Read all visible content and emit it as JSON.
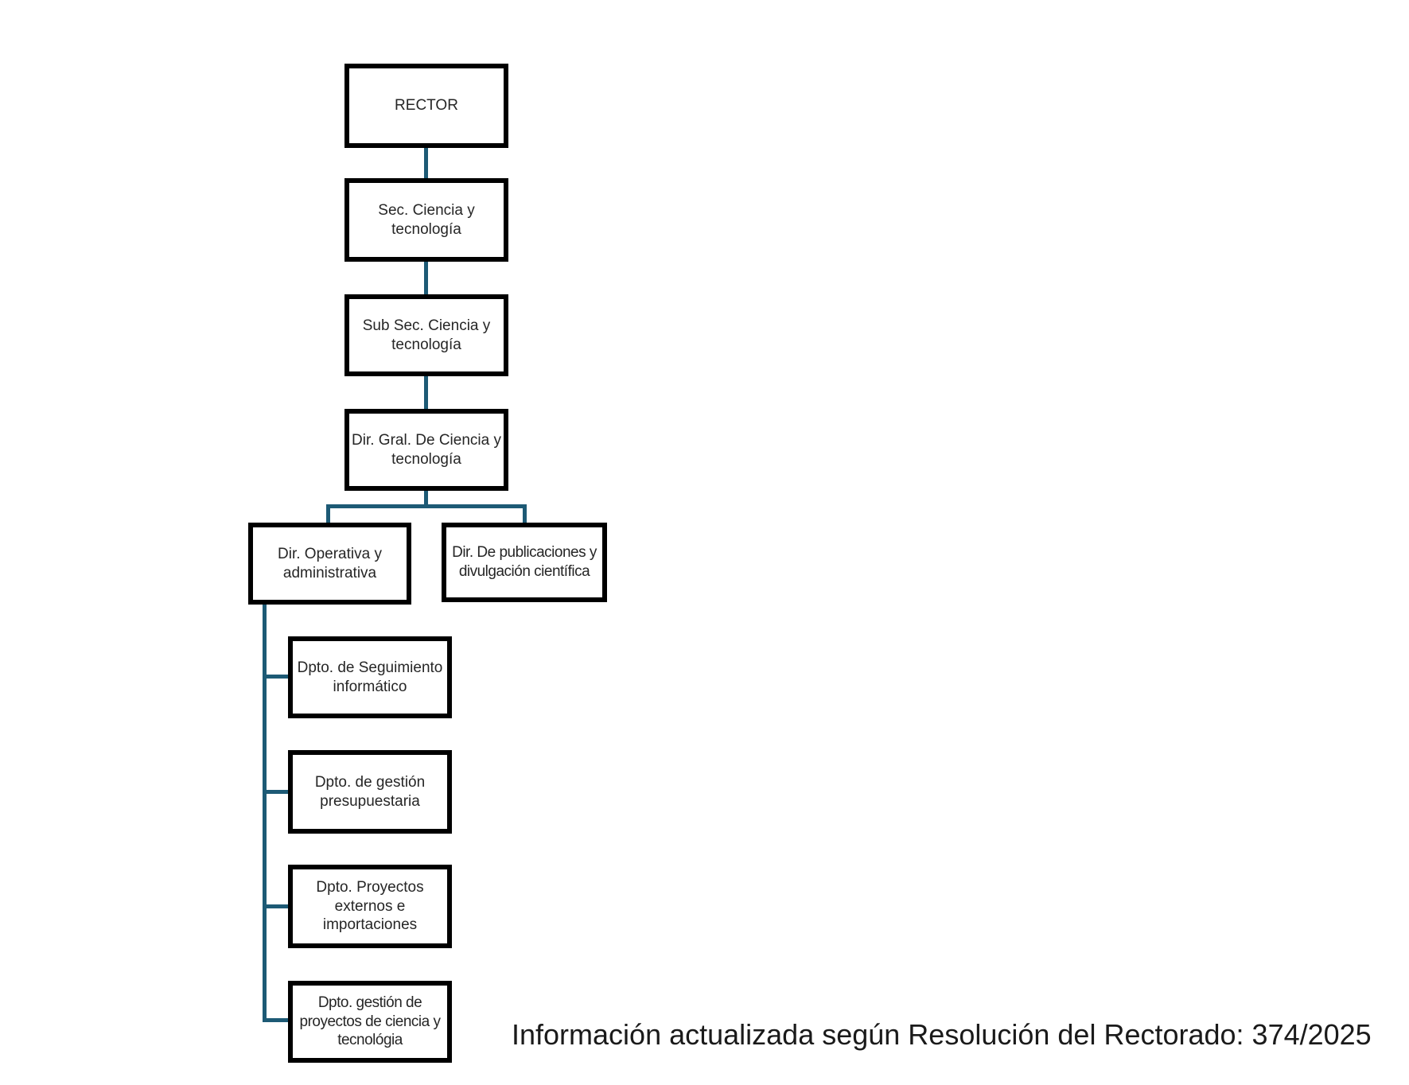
{
  "diagram": {
    "type": "org-chart",
    "nodes": [
      {
        "id": "rector",
        "label": "RECTOR",
        "parent": null
      },
      {
        "id": "sec-ciencia-tecnologia",
        "label": "Sec. Ciencia y tecnología",
        "parent": "rector"
      },
      {
        "id": "subsec-ciencia-tecnologia",
        "label": "Sub Sec. Ciencia y tecnología",
        "parent": "sec-ciencia-tecnologia"
      },
      {
        "id": "dir-gral-ciencia-tecnologia",
        "label": "Dir. Gral. De Ciencia y tecnología",
        "parent": "subsec-ciencia-tecnologia"
      },
      {
        "id": "dir-operativa-administrativa",
        "label": "Dir. Operativa y administrativa",
        "parent": "dir-gral-ciencia-tecnologia"
      },
      {
        "id": "dir-publicaciones-divulgacion",
        "label": "Dir. De publicaciones y divulgación científica",
        "parent": "dir-gral-ciencia-tecnologia"
      },
      {
        "id": "dpto-seguimiento-informatico",
        "label": "Dpto. de Seguimiento informático",
        "parent": "dir-operativa-administrativa"
      },
      {
        "id": "dpto-gestion-presupuestaria",
        "label": "Dpto. de gestión presupuestaria",
        "parent": "dir-operativa-administrativa"
      },
      {
        "id": "dpto-proyectos-externos",
        "label": "Dpto. Proyectos externos e importaciones",
        "parent": "dir-operativa-administrativa"
      },
      {
        "id": "dpto-gestion-proyectos",
        "label": "Dpto. gestión de proyectos de ciencia y tecnológia",
        "parent": "dir-operativa-administrativa"
      }
    ],
    "caption": "Información actualizada según Resolución del Rectorado: 374/2025"
  },
  "colors": {
    "connector": "#1D5A75",
    "box_border": "#000000",
    "box_fill": "#ffffff",
    "text": "#262626"
  }
}
